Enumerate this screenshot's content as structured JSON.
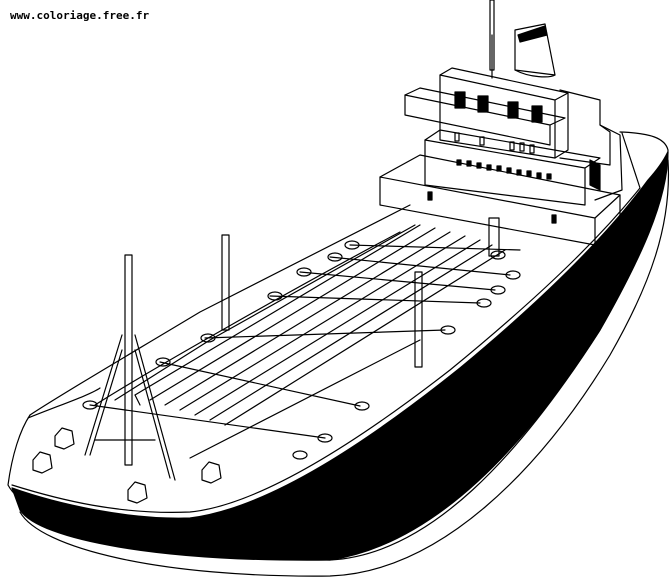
{
  "watermark": {
    "text": "www.coloriage.free.fr"
  },
  "illustration": {
    "subject": "oil-tanker-ship",
    "style": "line-art-coloring-page",
    "colors": {
      "ink": "#000000",
      "paper": "#ffffff"
    }
  }
}
